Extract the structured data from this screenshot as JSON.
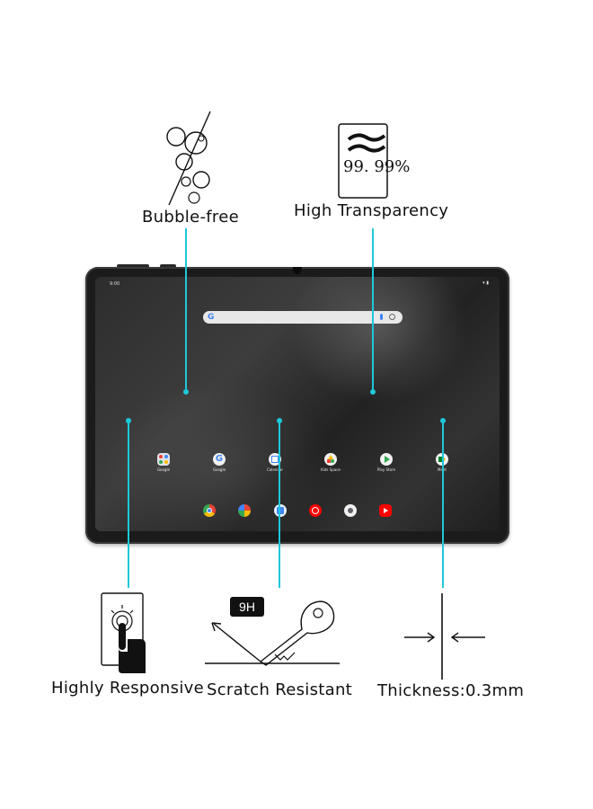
{
  "features": {
    "bubble_free": "Bubble-free",
    "high_transparency": "High Transparency",
    "transparency_value": "99. 99%",
    "highly_responsive": "Highly Responsive",
    "scratch_resistant": "Scratch Resistant",
    "hardness_badge": "9H",
    "thickness": "Thickness:0.3mm"
  },
  "tablet": {
    "status_time": "9:00",
    "status_icons": "▾ ▮",
    "search_logo": "G",
    "apps": [
      {
        "label": "Google",
        "icon": "google-folder-icon"
      },
      {
        "label": "Google",
        "icon": "google-icon"
      },
      {
        "label": "Calendar",
        "icon": "calendar-icon"
      },
      {
        "label": "Kids Space",
        "icon": "kids-space-icon"
      },
      {
        "label": "Play Store",
        "icon": "play-store-icon"
      },
      {
        "label": "Meet",
        "icon": "meet-icon"
      }
    ],
    "dock": [
      "chrome-icon",
      "photos-icon",
      "files-icon",
      "youtube-music-icon",
      "camera-icon",
      "youtube-icon"
    ]
  },
  "colors": {
    "accent_line": "#1ec8da",
    "text": "#111111",
    "tablet_frame": "#1b1b1b"
  }
}
